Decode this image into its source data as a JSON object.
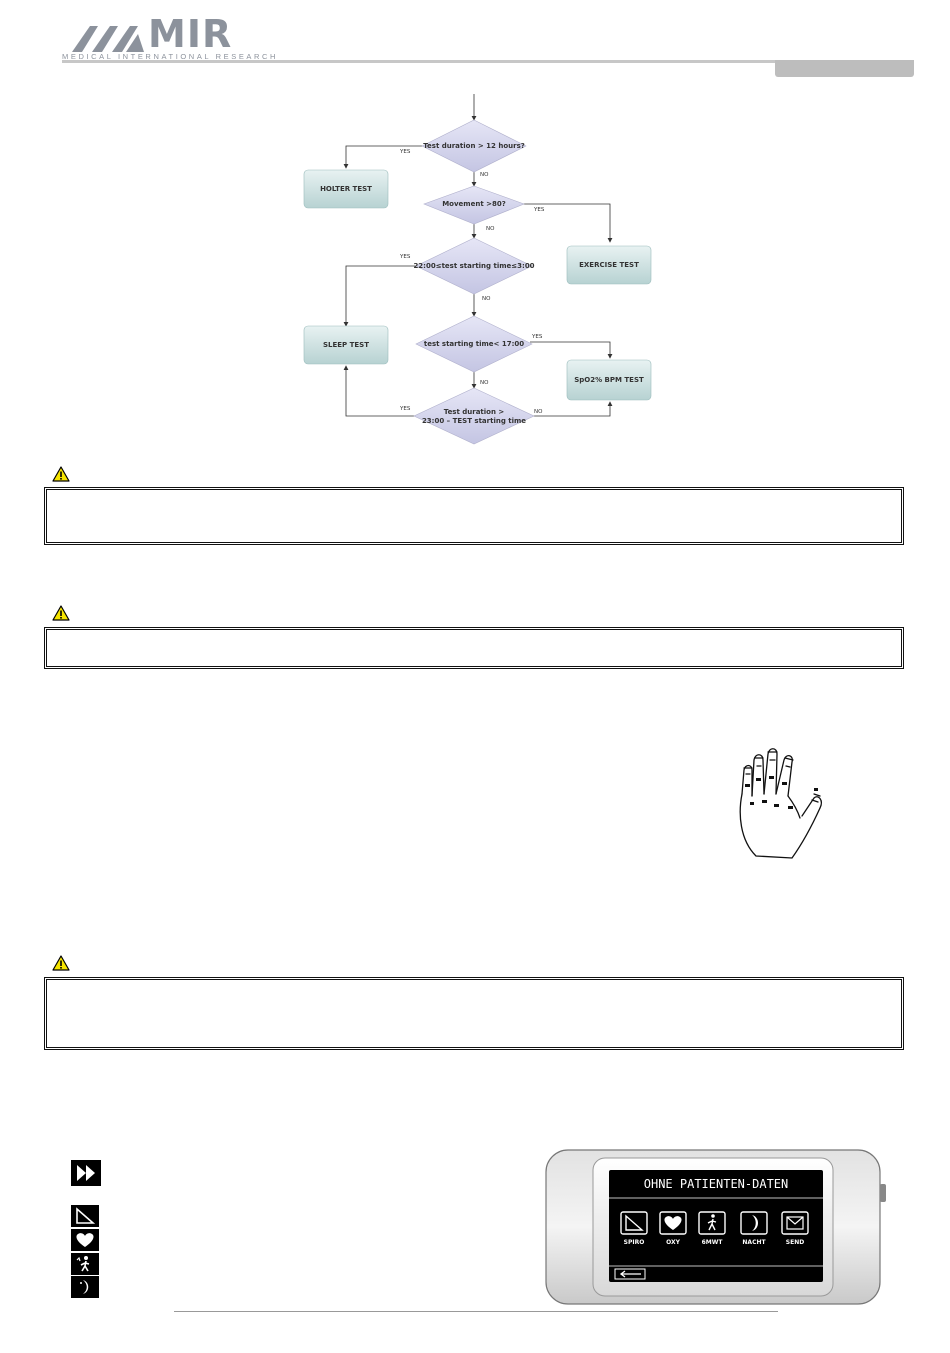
{
  "header": {
    "brand": "MIR",
    "brand_sub": "MEDICAL INTERNATIONAL RESEARCH",
    "brand_color": "#8c929c"
  },
  "flowchart": {
    "decisions": [
      "Test duration > 12 hours?",
      "Movement >80?",
      "22:00≤test starting time≤3:00",
      "test starting time< 17:00",
      "Test duration >",
      "23:00 – TEST starting time"
    ],
    "outcomes": {
      "holter": "HOLTER TEST",
      "exercise": "EXERCISE TEST",
      "sleep": "SLEEP TEST",
      "spo2": "SpO2% BPM TEST"
    },
    "yes": "YES",
    "no": "NO",
    "box_color": "#cfe3e3",
    "diamond_color": "#d5d6ee"
  },
  "warning_icon": "warning-triangle-icon",
  "device": {
    "screen_title": "OHNE PATIENTEN-DATEN",
    "buttons": [
      {
        "label": "SPIRO",
        "icon": "spiro-icon"
      },
      {
        "label": "OXY",
        "icon": "heart-icon"
      },
      {
        "label": "6MWT",
        "icon": "walk-icon"
      },
      {
        "label": "NACHT",
        "icon": "moon-icon"
      },
      {
        "label": "SEND",
        "icon": "envelope-icon"
      }
    ],
    "back_icon": "back-arrow-icon"
  },
  "legend_icons": [
    "fast-forward-icon",
    "spiro-icon",
    "heart-icon",
    "walk-icon",
    "moon-icon"
  ]
}
